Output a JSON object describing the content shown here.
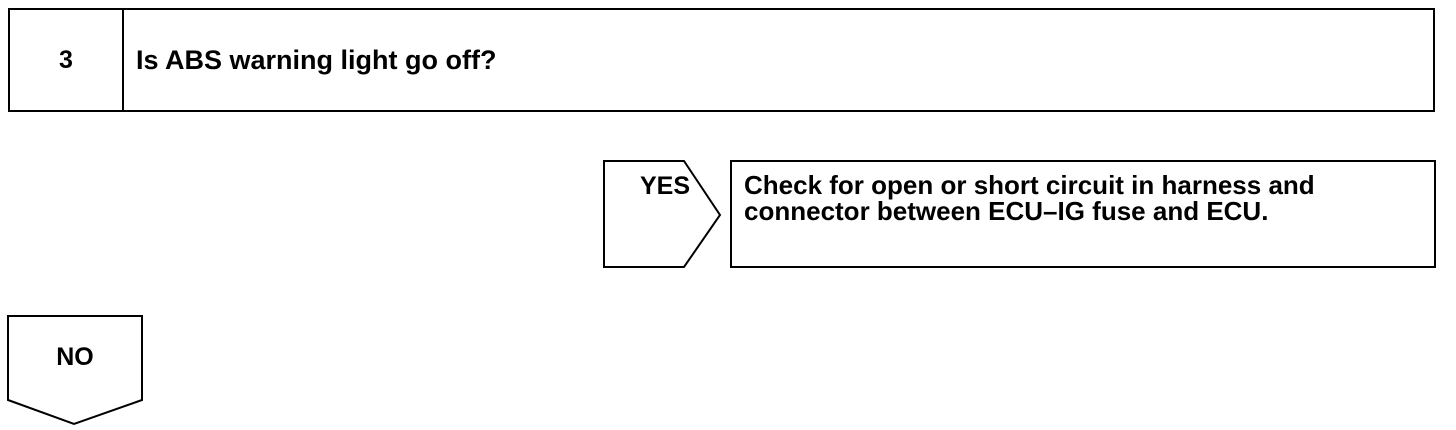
{
  "step": {
    "number": "3",
    "question": "Is ABS warning light go off?"
  },
  "yes_branch": {
    "label": "YES",
    "result": "Check for open or short circuit in harness and connector between ECU–IG fuse and ECU."
  },
  "no_branch": {
    "label": "NO"
  }
}
